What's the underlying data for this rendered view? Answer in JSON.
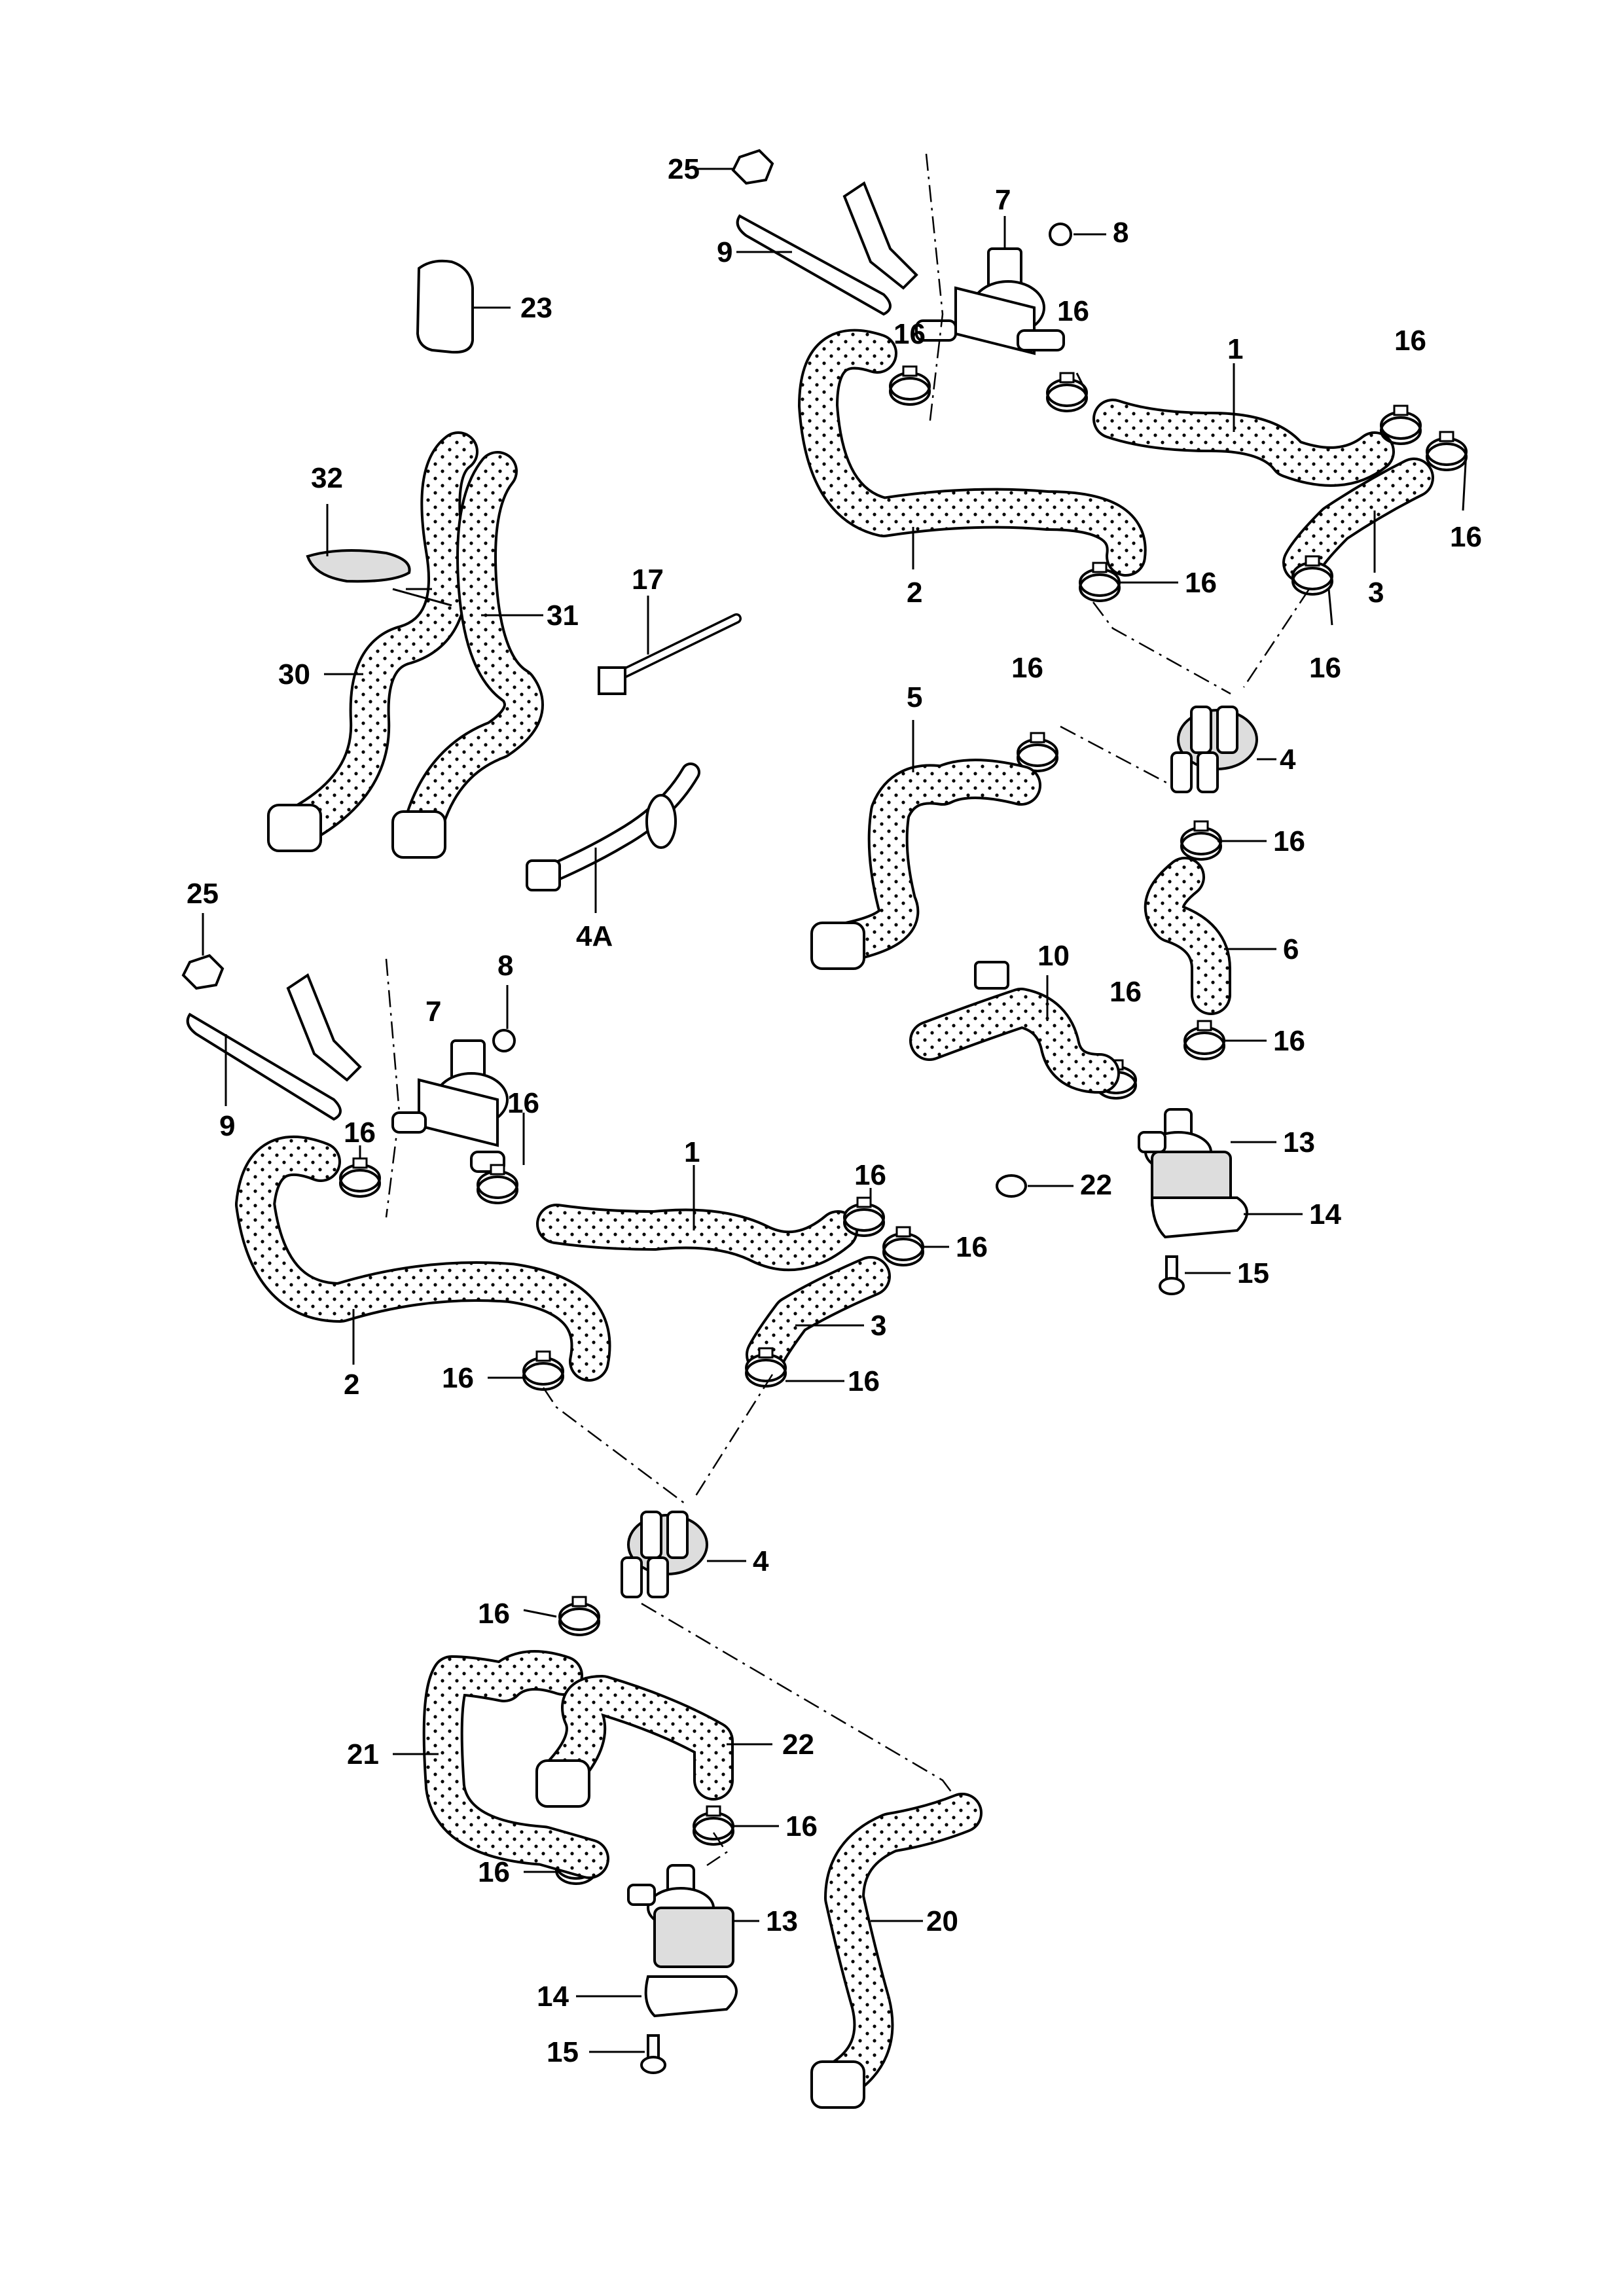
{
  "labels": {
    "p1": "1",
    "p2": "2",
    "p3": "3",
    "p4": "4",
    "p4a": "4A",
    "p5": "5",
    "p6": "6",
    "p7": "7",
    "p8": "8",
    "p9": "9",
    "p10": "10",
    "p13": "13",
    "p14": "14",
    "p15": "15",
    "p16": "16",
    "p17": "17",
    "p20": "20",
    "p21": "21",
    "p22": "22",
    "p23": "23",
    "p25": "25",
    "p30": "30",
    "p31": "31",
    "p32": "32"
  }
}
